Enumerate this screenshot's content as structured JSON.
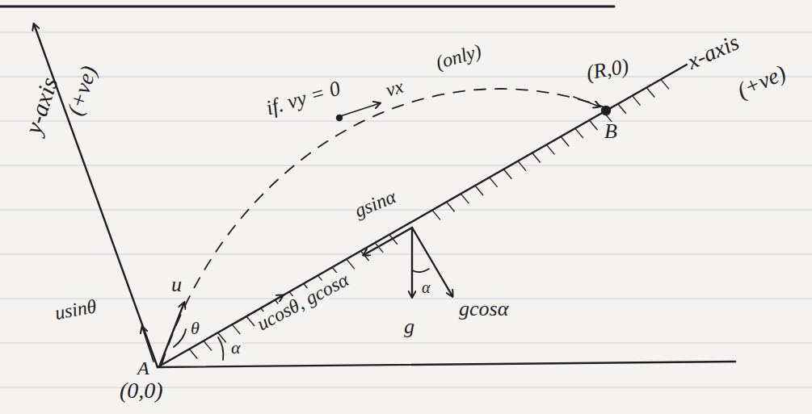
{
  "diagram": {
    "labels": [
      "y-axis",
      "(+ve)",
      "if. vy = 0",
      "vx",
      "(only)",
      "(R,0)",
      "x-axis",
      "(+ve)",
      "B",
      "gsinα",
      "ucosθ, gcosα",
      "α",
      "g",
      "gcosα",
      "u",
      "usinθ",
      "θ",
      "α",
      "A",
      "(0,0)"
    ]
  }
}
